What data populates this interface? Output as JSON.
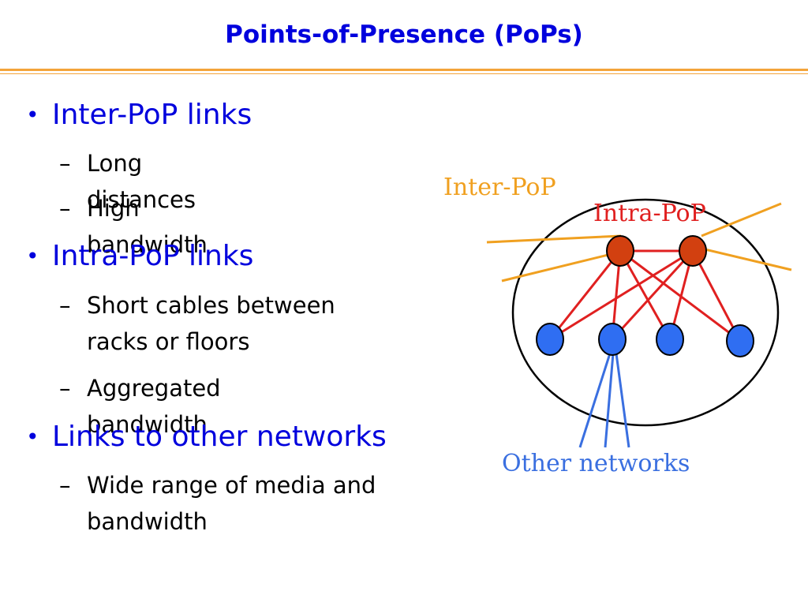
{
  "title": "Points-of-Presence (PoPs)",
  "colors": {
    "title": "#0000dd",
    "rule": "#f4a43a",
    "inter_pop": "#f0a020",
    "intra_pop": "#e02020",
    "other_networks": "#3a6fe0",
    "router_fill": "#d24010",
    "host_fill": "#2f6ef2"
  },
  "bullets": [
    {
      "label": "Inter-PoP links",
      "subitems": [
        "Long distances",
        "High bandwidth"
      ]
    },
    {
      "label": "Intra-PoP links",
      "subitems": [
        "Short cables between racks or floors",
        "Aggregated bandwidth"
      ]
    },
    {
      "label": "Links to other networks",
      "subitems": [
        "Wide range of media and bandwidth"
      ]
    }
  ],
  "diagram": {
    "inter_pop_label": "Inter-PoP",
    "intra_pop_label": "Intra-PoP",
    "other_networks_label": "Other networks"
  }
}
